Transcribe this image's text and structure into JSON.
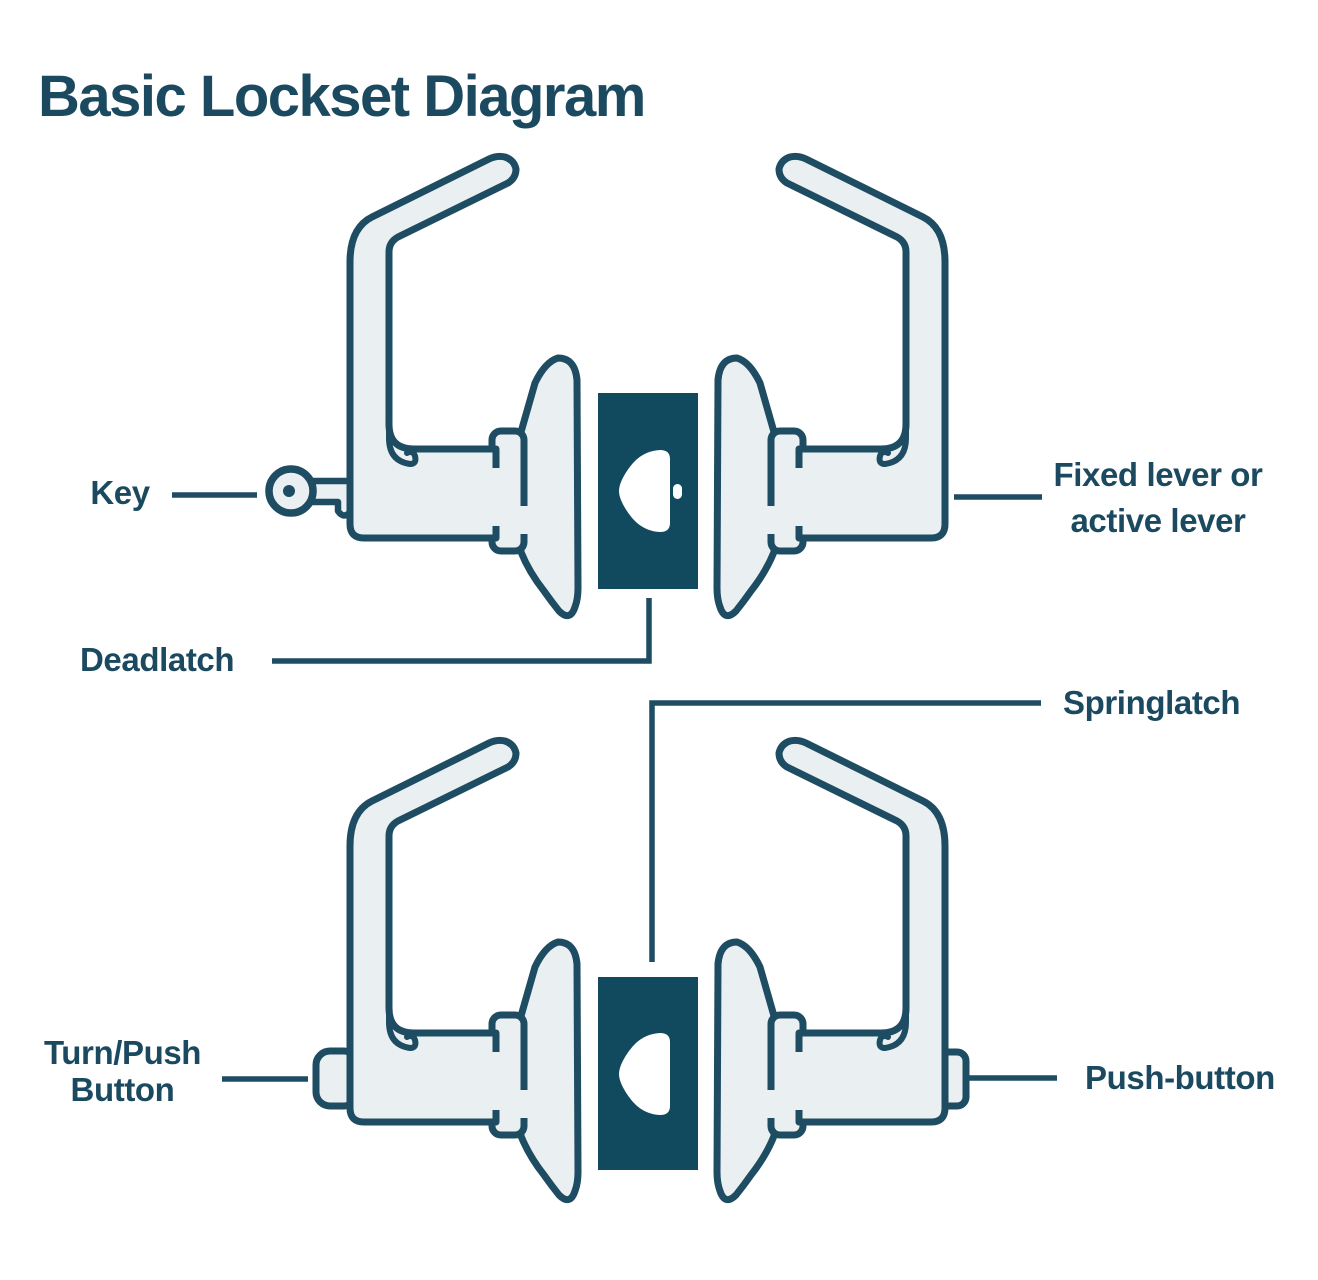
{
  "title": "Basic Lockset Diagram",
  "colors": {
    "ink": "#1d4c63",
    "text": "#1b4a60",
    "lever_fill": "#eaeff1",
    "latch_fill": "#114a5e",
    "background": "#ffffff"
  },
  "labels": {
    "key": "Key",
    "fixed_lever": {
      "line1": "Fixed lever or",
      "line2": "active lever"
    },
    "deadlatch": "Deadlatch",
    "springlatch": "Springlatch",
    "turn_push": {
      "line1": "Turn/Push",
      "line2": "Button"
    },
    "push_button": "Push-button"
  },
  "diagram": {
    "top_lockset_parts": [
      "Key",
      "Fixed lever or active lever",
      "Deadlatch"
    ],
    "bottom_lockset_parts": [
      "Springlatch",
      "Turn/Push Button",
      "Push-button"
    ],
    "icons": [
      "key-icon",
      "latch-bolt",
      "deadlatch-plunger",
      "turn-push-button",
      "push-button"
    ]
  }
}
